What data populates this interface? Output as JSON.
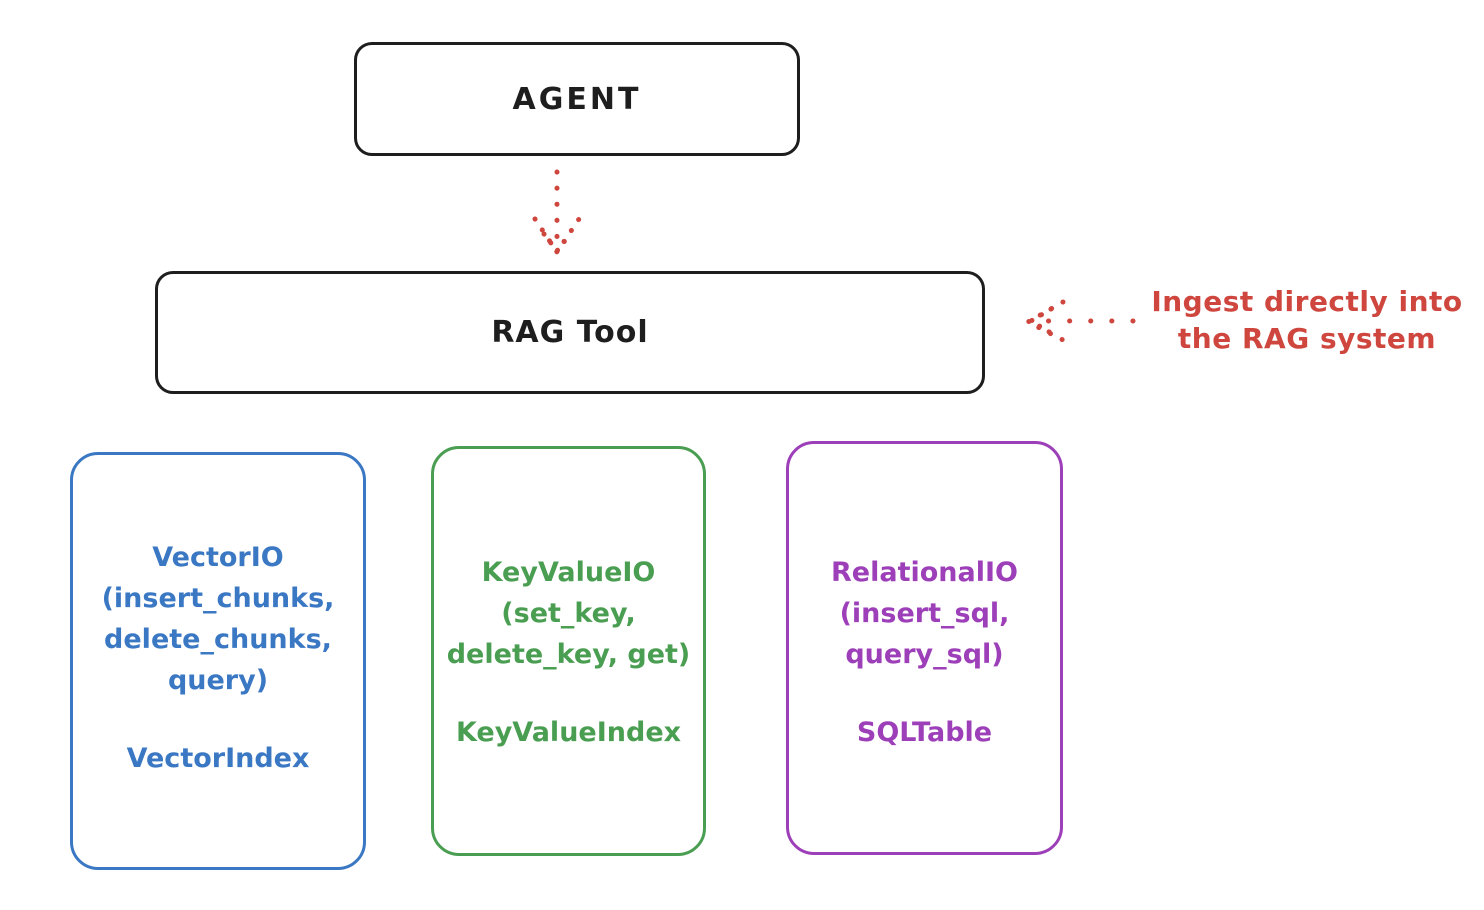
{
  "diagram": {
    "nodes": {
      "agent": {
        "label": "AGENT"
      },
      "rag_tool": {
        "label": "RAG Tool"
      }
    },
    "annotation": {
      "lines": [
        "Ingest directly into",
        "the RAG system"
      ]
    },
    "arrows": [
      {
        "name": "agent-to-rag-tool",
        "from": "AGENT",
        "to": "RAG Tool",
        "style": "dotted",
        "direction": "down"
      },
      {
        "name": "annotation-to-rag-tool",
        "from": "annotation",
        "to": "RAG Tool",
        "style": "dotted",
        "direction": "left"
      }
    ],
    "cards": [
      {
        "name": "vector-io",
        "lines": [
          "VectorIO",
          "(insert_chunks,",
          "delete_chunks,",
          "query)"
        ],
        "footer": "VectorIndex",
        "color": "#3b78c4"
      },
      {
        "name": "key-value-io",
        "lines": [
          "KeyValueIO",
          "(set_key,",
          "delete_key, get)"
        ],
        "footer": "KeyValueIndex",
        "color": "#4a9e51"
      },
      {
        "name": "relational-io",
        "lines": [
          "RelationalIO",
          "(insert_sql,",
          "query_sql)"
        ],
        "footer": "SQLTable",
        "color": "#9d3fb8"
      }
    ],
    "colors": {
      "stroke": "#1e1e1e",
      "accent_red": "#ce463d",
      "background": "#ffffff"
    }
  }
}
